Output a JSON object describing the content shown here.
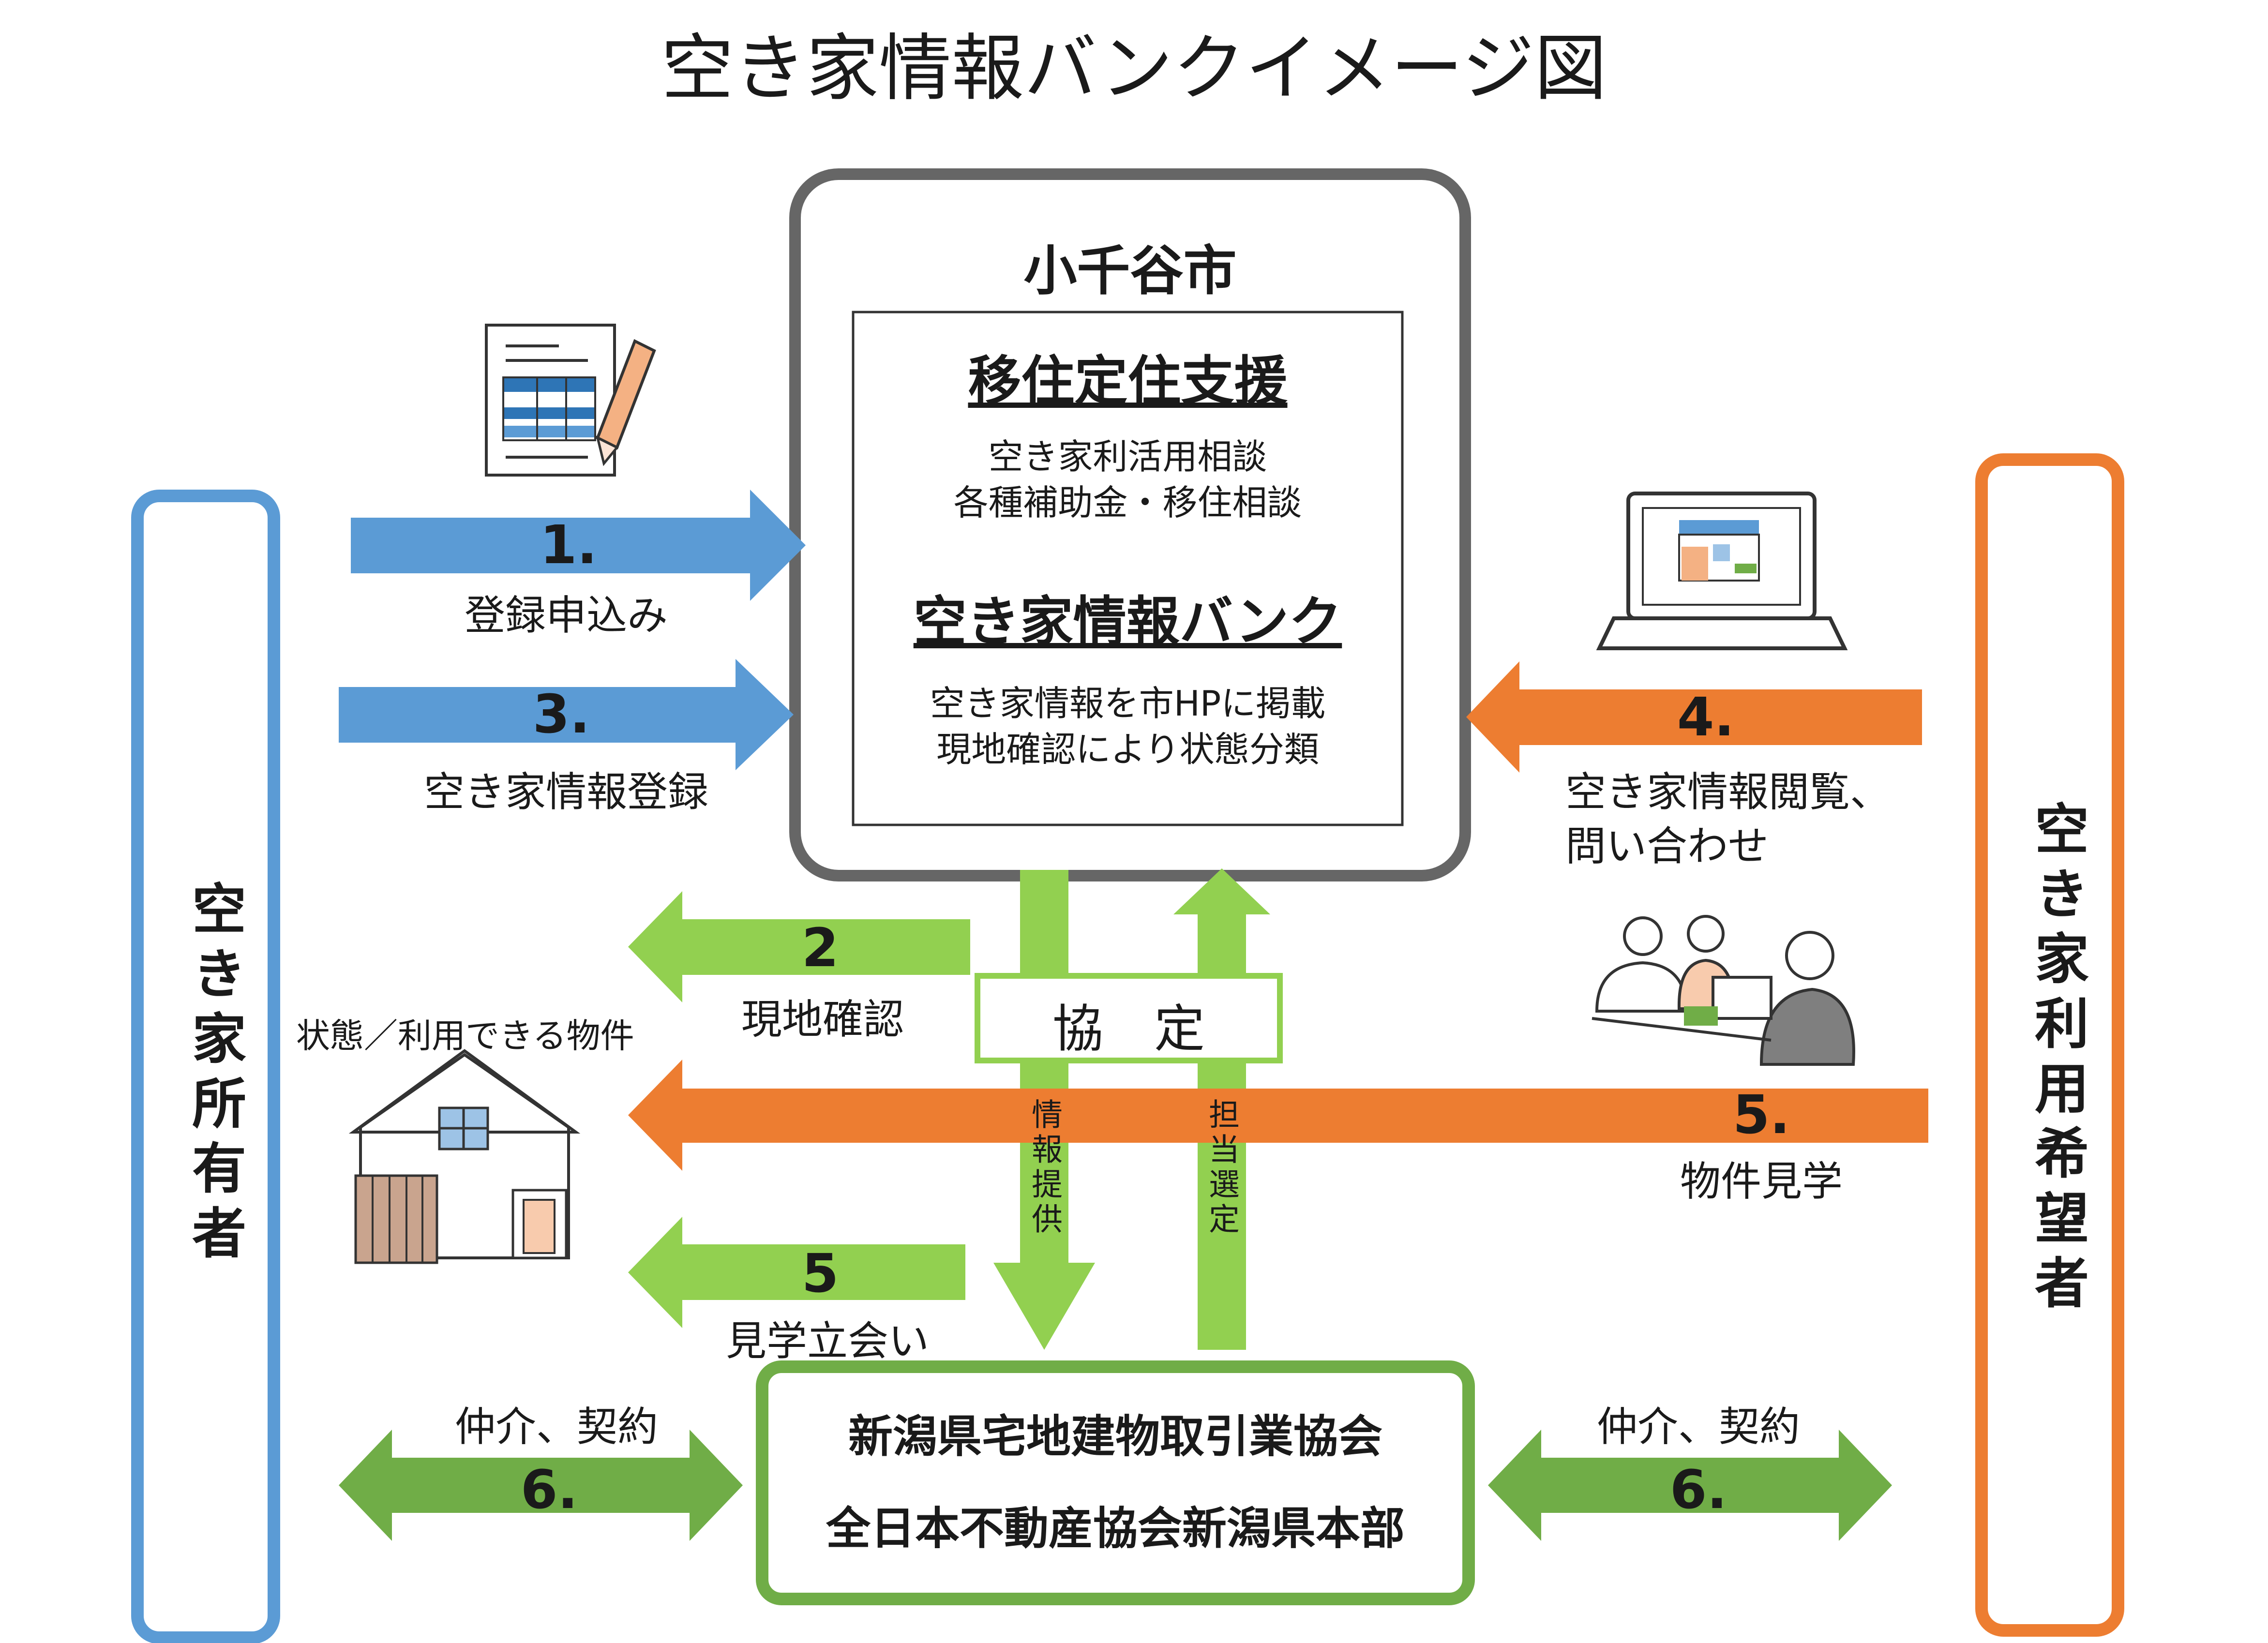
{
  "title": "空き家情報バンクイメージ図",
  "owner": {
    "label": "空き家所有者",
    "color": "#5b9bd5"
  },
  "user": {
    "label": "空き家利用希望者",
    "color": "#ed7d31"
  },
  "city": {
    "name": "小千谷市",
    "support_title": "移住定住支援",
    "support_lines": [
      "空き家利活用相談",
      "各種補助金・移住相談"
    ],
    "bank_title": "空き家情報バンク",
    "bank_lines": [
      "空き家情報を市HPに掲載",
      "現地確認により状態分類"
    ]
  },
  "association": {
    "lines": [
      "新潟県宅地建物取引業協会",
      "全日本不動産協会新潟県本部"
    ],
    "color": "#70ad47"
  },
  "agreement": {
    "label": "協　定",
    "down_label": "情報提供",
    "up_label": "担当選定"
  },
  "steps": {
    "s1": {
      "num": "1.",
      "label": "登録申込み"
    },
    "s2": {
      "num": "2",
      "label": "現地確認"
    },
    "s3": {
      "num": "3.",
      "label": "空き家情報登録"
    },
    "s4": {
      "num": "4.",
      "label_lines": [
        "空き家情報閲覧、",
        "問い合わせ"
      ]
    },
    "s5o": {
      "num": "5.",
      "label": "物件見学"
    },
    "s5g": {
      "num": "5",
      "label": "見学立会い"
    },
    "s6l": {
      "num": "6.",
      "label": "仲介、契約"
    },
    "s6r": {
      "num": "6.",
      "label": "仲介、契約"
    }
  },
  "house_caption": "状態／利用できる物件",
  "colors": {
    "blue": "#5b9bd5",
    "orange": "#ed7d31",
    "light_green": "#92d050",
    "dark_green": "#70ad47",
    "gray": "#666666"
  }
}
